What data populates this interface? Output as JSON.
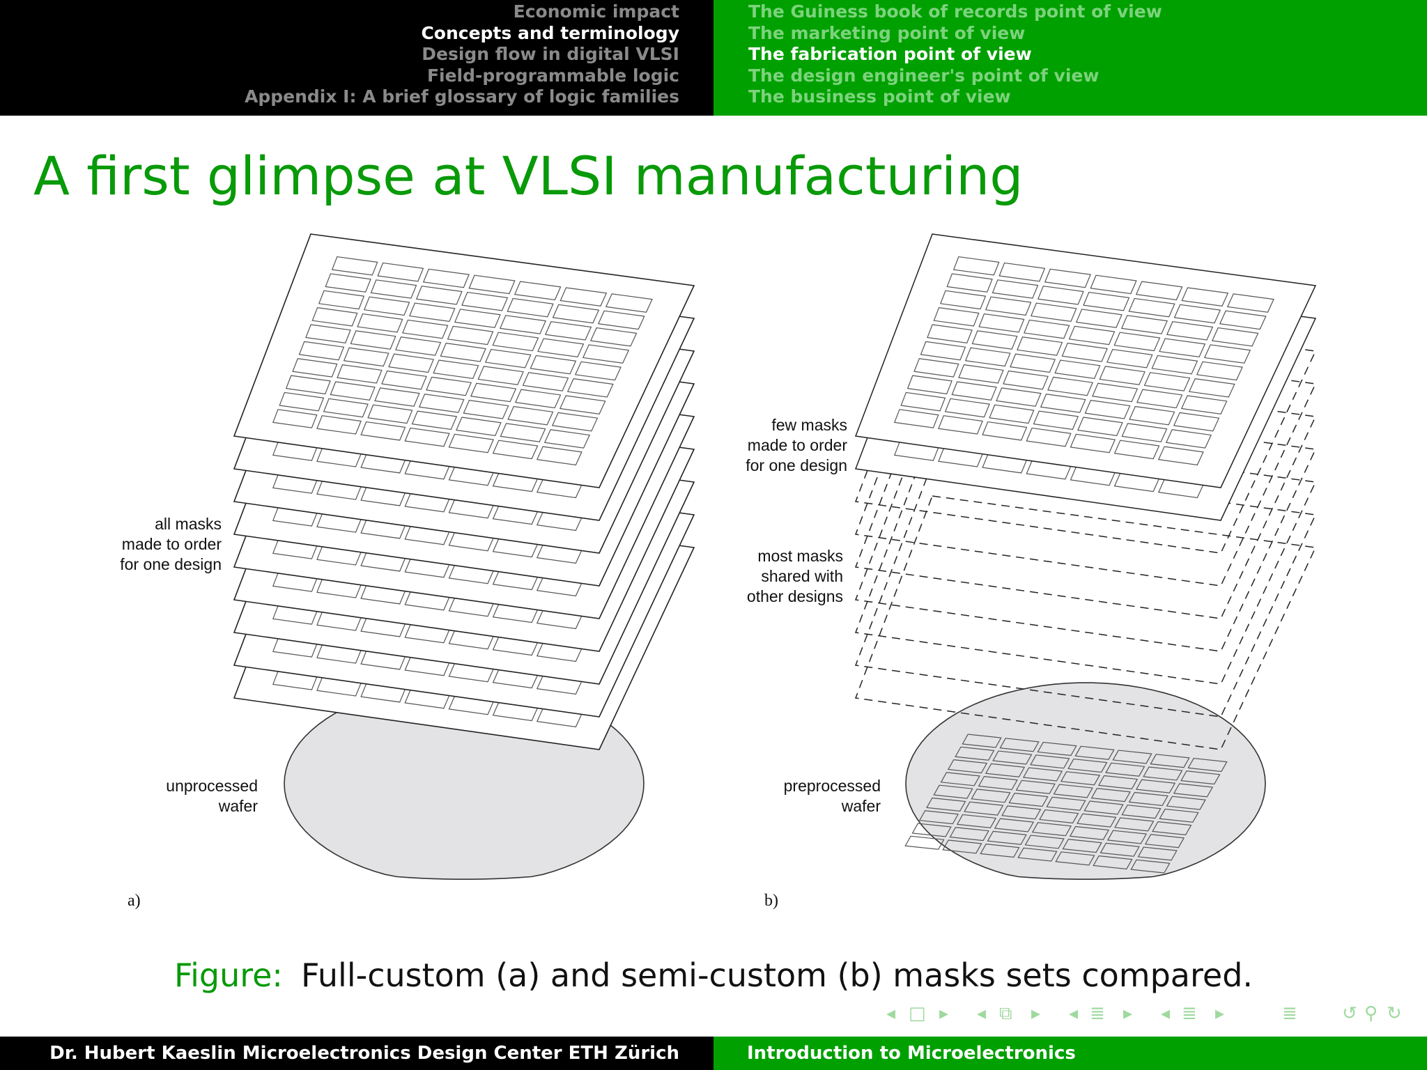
{
  "header": {
    "sections": [
      {
        "label": "Economic impact",
        "active": false
      },
      {
        "label": "Concepts and terminology",
        "active": true
      },
      {
        "label": "Design flow in digital VLSI",
        "active": false
      },
      {
        "label": "Field-programmable logic",
        "active": false
      },
      {
        "label": "Appendix I: A brief glossary of logic families",
        "active": false
      }
    ],
    "subsections": [
      {
        "label": "The Guiness book of records point of view",
        "active": false
      },
      {
        "label": "The marketing point of view",
        "active": false
      },
      {
        "label": "The fabrication point of view",
        "active": true
      },
      {
        "label": "The design engineer's point of view",
        "active": false
      },
      {
        "label": "The business point of view",
        "active": false
      }
    ]
  },
  "slide": {
    "title": "A first glimpse at VLSI manufacturing"
  },
  "diagram": {
    "panel_a": {
      "tag": "a)",
      "masks_label": [
        "all masks",
        "made to order",
        "for one design"
      ],
      "wafer_label": [
        "unprocessed",
        "wafer"
      ],
      "custom_mask_count": 9,
      "shared_mask_count": 0
    },
    "panel_b": {
      "tag": "b)",
      "few_label": [
        "few masks",
        "made to order",
        "for one design"
      ],
      "shared_label": [
        "most masks",
        "shared with",
        "other designs"
      ],
      "wafer_label": [
        "preprocessed",
        "wafer"
      ],
      "custom_mask_count": 2,
      "shared_mask_count": 7
    }
  },
  "caption": {
    "label": "Figure:",
    "text": "Full-custom (a) and semi-custom (b) masks sets compared."
  },
  "beamer_nav": {
    "icons": [
      "◂",
      "□",
      "▸",
      "◂",
      "⧉",
      "▸",
      "◂",
      "≣",
      "▸",
      "◂",
      "≣",
      "▸",
      "≣",
      "↺",
      "⚲",
      "↻"
    ]
  },
  "footer": {
    "left": "Dr. Hubert Kaeslin Microelectronics Design Center ETH Zürich",
    "right": "Introduction to Microelectronics"
  },
  "colors": {
    "title_green": "#089a08",
    "header_green": "#00a000",
    "wafer_fill": "#e3e2e4"
  }
}
